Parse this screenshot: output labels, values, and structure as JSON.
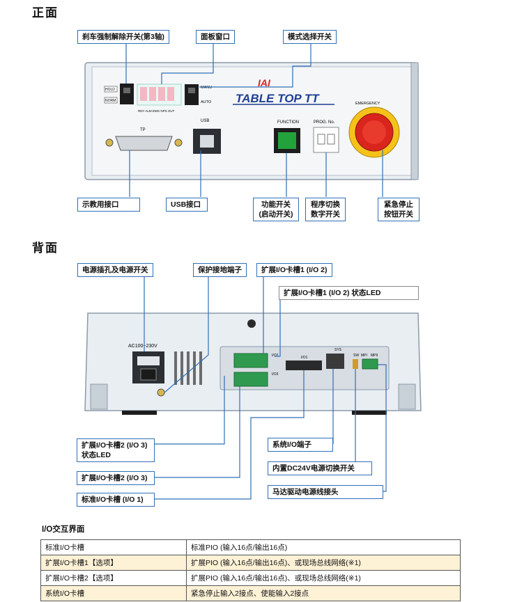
{
  "front": {
    "title": "正面",
    "callouts": {
      "brake_release": "刹车强制解除开关(第3轴)",
      "panel_window": "面板窗口",
      "mode_switch": "模式选择开关",
      "tp_port": "示教用接口",
      "usb_port": "USB接口",
      "function_switch_1": "功能开关",
      "function_switch_2": "(启动开关)",
      "program_switch_1": "程序切换",
      "program_switch_2": "数字开关",
      "emergency_1": "紧急停止",
      "emergency_2": "按钮开关"
    },
    "device": {
      "brand": "IAI",
      "model": "TABLE TOP TT",
      "hold": "HOLD",
      "normal": "NORM",
      "manu": "MANU",
      "auto": "AUTO",
      "leds": "RDY  ALM  EMG  NPS  OUT",
      "tp": "TP",
      "usb": "USB",
      "function": "FUNCTION",
      "prog": "PROG. No.",
      "emergency": "EMERGENCY"
    }
  },
  "back": {
    "title": "背面",
    "callouts": {
      "power_inlet": "电源插孔及电源开关",
      "ground_terminal": "保护接地端子",
      "ext_slot1": "扩展I/O卡槽1 (I/O 2)",
      "ext_slot1_led": "扩展I/O卡槽1 (I/O 2) 状态LED",
      "ext_slot2_led_1": "扩展I/O卡槽2 (I/O 3)",
      "ext_slot2_led_2": "状态LED",
      "ext_slot2": "扩展I/O卡槽2 (I/O 3)",
      "std_slot": "标准I/O卡槽 (I/O 1)",
      "system_io": "系统I/O端子",
      "dc24v_switch": "内置DC24V电源切换开关",
      "motor_connector": "马达驱动电源线接头"
    },
    "device": {
      "voltage": "AC100~230V",
      "io2": "I/O2",
      "io3": "I/O3",
      "io1": "I/O1",
      "sys": "SYS",
      "sw": "SW",
      "mpi": "MPI",
      "mpii": "MPII"
    }
  },
  "io_table": {
    "title": "I/O交互界面",
    "rows": [
      {
        "slot": "标准I/O卡槽",
        "desc": "标准PIO (输入16点/输出16点)"
      },
      {
        "slot": "扩展I/O卡槽1【选项】",
        "desc": "扩展PIO (输入16点/输出16点)、或现场总线网络(※1)"
      },
      {
        "slot": "扩展I/O卡槽2【选项】",
        "desc": "扩展PIO (输入16点/输出16点)、或现场总线网络(※1)"
      },
      {
        "slot": "系统I/O卡槽",
        "desc": "紧急停止输入2接点、使能输入2接点"
      }
    ]
  },
  "colors": {
    "callout_border": "#2f6fb6",
    "leader_line": "#2f6fb6",
    "device_body": "#e9eef3",
    "emergency_red": "#d9251d",
    "function_green": "#23a23b",
    "table_shade": "#fdf1d6"
  }
}
